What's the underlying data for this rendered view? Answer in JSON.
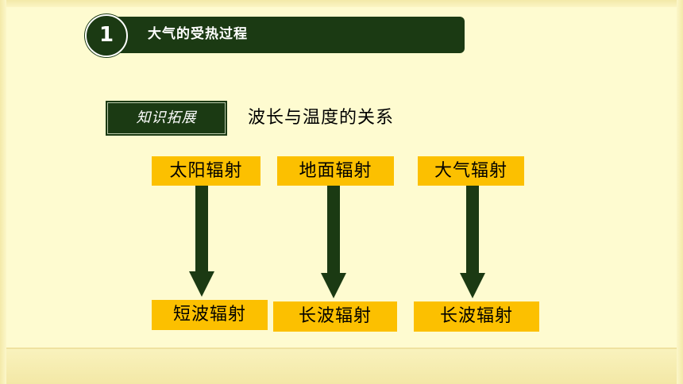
{
  "header": {
    "section_number": "1",
    "title": "大气的受热过程"
  },
  "tag": {
    "label": "知识拓展"
  },
  "subtitle": "波长与温度的关系",
  "relations": [
    {
      "source": "太阳辐射",
      "result": "短波辐射"
    },
    {
      "source": "地面辐射",
      "result": "长波辐射"
    },
    {
      "source": "大气辐射",
      "result": "长波辐射"
    }
  ],
  "colors": {
    "background": "#fefbd0",
    "dark_green": "#1b3a13",
    "box_fill": "#fcc000"
  },
  "icons": {
    "connector": "down-arrow-icon"
  }
}
